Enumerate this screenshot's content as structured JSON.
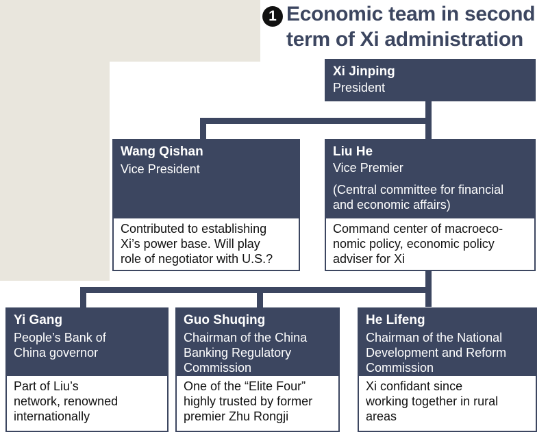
{
  "title": {
    "number": "1",
    "text": "Economic team in second term of Xi administration"
  },
  "nodes": {
    "xi": {
      "name": "Xi Jinping",
      "role": "President"
    },
    "wang": {
      "name": "Wang Qishan",
      "role": "Vice President",
      "desc": "Contributed to establishing\nXi’s power base. Will play\nrole of negotiator with U.S.?"
    },
    "liu": {
      "name": "Liu He",
      "role": "Vice Premier",
      "note": "(Central committee for financial\nand economic affairs)",
      "desc": "Command center of macroeco-\nnomic policy, economic policy\nadviser for Xi"
    },
    "yi": {
      "name": "Yi Gang",
      "role": "People’s Bank of\nChina governor",
      "desc": "Part of Liu’s\nnetwork, renowned\ninternationally"
    },
    "guo": {
      "name": "Guo Shuqing",
      "role": "Chairman of the China\nBanking Regulatory\nCommission",
      "desc": "One of the “Elite Four”\nhighly trusted by former\npremier Zhu Rongji"
    },
    "he": {
      "name": "He Lifeng",
      "role": "Chairman of the National\nDevelopment and Reform\nCommission",
      "desc": "Xi confidant since\nworking together in rural\nareas"
    }
  },
  "colors": {
    "node": "#3c4660",
    "background": "#e9e6dd",
    "title": "#3c4660"
  }
}
